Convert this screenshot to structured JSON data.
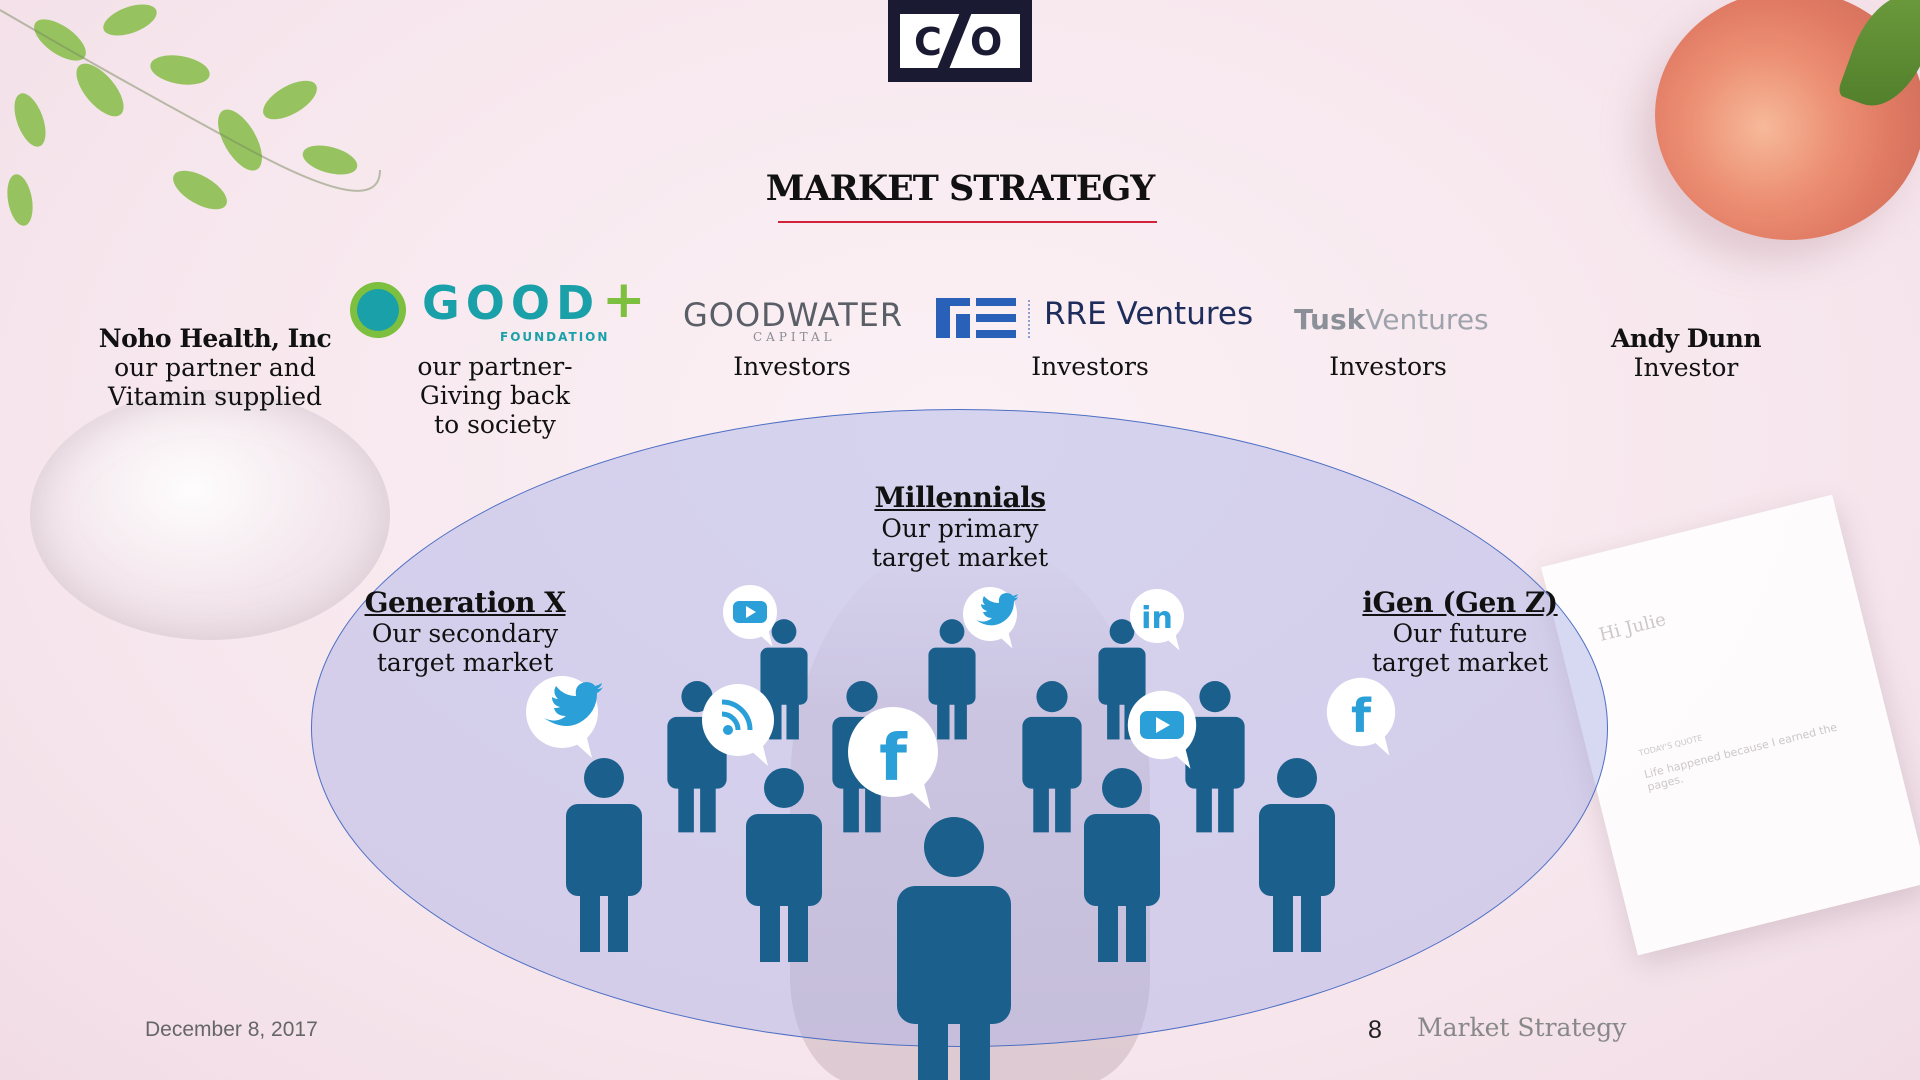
{
  "logo": {
    "letters": [
      "C",
      "O"
    ]
  },
  "title": "MARKET STRATEGY",
  "partners": [
    {
      "name": "Noho Health, Inc",
      "lines": [
        "our partner and",
        "Vitamin supplied"
      ]
    },
    {
      "logo_word": "GOOD",
      "logo_plus": "+",
      "logo_sub": "FOUNDATION",
      "lines": [
        "our partner-",
        "Giving back",
        "to society"
      ]
    },
    {
      "logo_word": "GOODWATER",
      "logo_sub": "CAPITAL",
      "lines": [
        "Investors"
      ]
    },
    {
      "logo_word": "RRE Ventures",
      "lines": [
        "Investors"
      ]
    },
    {
      "logo_word_bold": "Tusk",
      "logo_word_light": "Ventures",
      "lines": [
        "Investors"
      ]
    },
    {
      "name": "Andy Dunn",
      "lines": [
        "Investor"
      ]
    }
  ],
  "segments": [
    {
      "name": "Millennials",
      "lines": [
        "Our primary",
        "target market"
      ]
    },
    {
      "name": "Generation X",
      "lines": [
        "Our secondary",
        "target market"
      ]
    },
    {
      "name": "iGen (Gen Z)",
      "lines": [
        "Our future",
        "target market"
      ]
    }
  ],
  "social_icons": [
    "twitter-icon",
    "youtube-icon",
    "rss-icon",
    "facebook-icon",
    "twitter-icon",
    "linkedin-icon",
    "youtube-icon",
    "facebook-icon"
  ],
  "decor_card": {
    "greeting": "Hi Julie",
    "label": "TODAY'S QUOTE",
    "quote": "Life happened because I earned the pages."
  },
  "footer": {
    "date": "December 8, 2017",
    "page_number": "8",
    "section": "Market Strategy"
  },
  "colors": {
    "figure": "#1b5f8c",
    "icon": "#2a9fd8",
    "title_underline": "#d0243a",
    "ellipse_fill": "#a8afe6",
    "ellipse_border": "#4e6fc4",
    "logo_bg": "#1b1a33"
  }
}
